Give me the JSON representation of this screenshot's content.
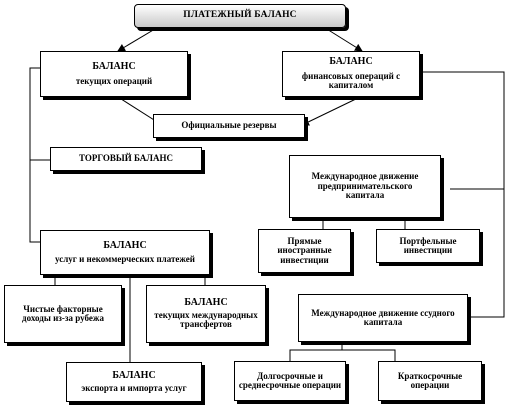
{
  "diagram": {
    "root": "ПЛАТЕЖНЫЙ БАЛАНС",
    "current_ops": {
      "title": "БАЛАНС",
      "text": "текущих операций"
    },
    "financial_ops": {
      "title": "БАЛАНС",
      "text": "финансовых операций с капиталом"
    },
    "official_reserves": "Официальные резервы",
    "trade_balance": "ТОРГОВЫЙ БАЛАНС",
    "services_balance": {
      "title": "БАЛАНС",
      "text": "услуг и некоммерческих платежей"
    },
    "net_factor_income": "Чистые факторные доходы из-за рубежа",
    "current_transfers": {
      "title": "БАЛАНС",
      "text": "текущих международных трансфертов"
    },
    "services_export_import": {
      "title": "БАЛАНС",
      "text": "экспорта и импорта услуг"
    },
    "entrepreneurial_capital": "Международное движение предпринимательского капитала",
    "direct_investment": "Прямые иностранные инвестиции",
    "portfolio_investment": "Портфельные инвестиции",
    "loan_capital": "Международное движение ссудного капитала",
    "long_medium_term": "Долгосрочные и среднесрочные операции",
    "short_term": "Краткосрочные операции"
  }
}
